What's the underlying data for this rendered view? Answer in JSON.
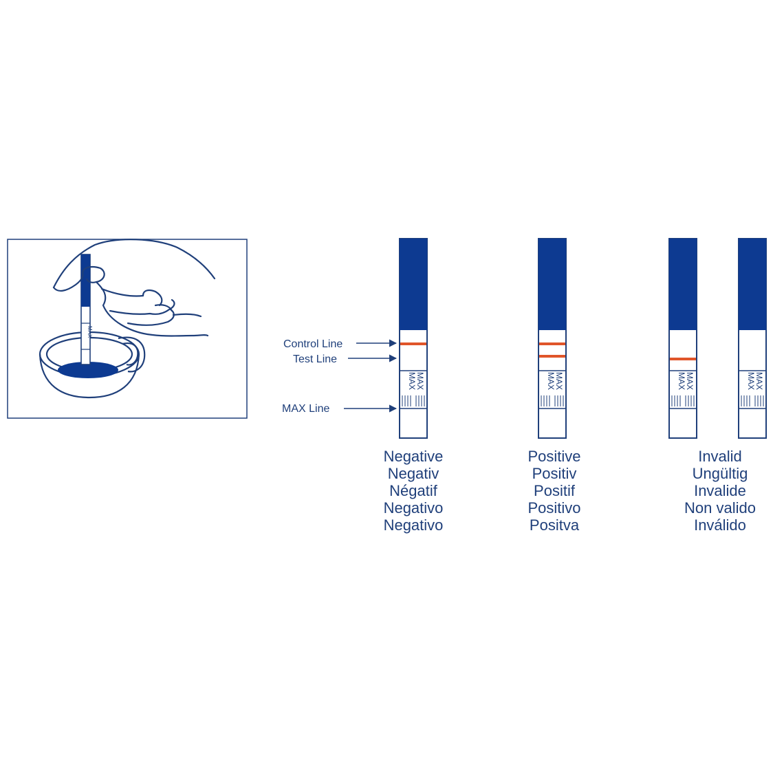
{
  "callouts": {
    "control_line": "Control Line",
    "test_line": "Test Line",
    "max_line": "MAX Line"
  },
  "strip": {
    "max_mark": "MAX"
  },
  "results": {
    "negative": [
      "Negative",
      "Negativ",
      "Négatif",
      "Negativo",
      "Negativo"
    ],
    "positive": [
      "Positive",
      "Positiv",
      "Positif",
      "Positivo",
      "Positva"
    ],
    "invalid": [
      "Invalid",
      "Ungültig",
      "Invalide",
      "Non valido",
      "Inválido"
    ]
  },
  "colors": {
    "strip_blue": "#0d3a91",
    "outline_blue": "#1f3f7a",
    "line_red": "#e0552a"
  }
}
